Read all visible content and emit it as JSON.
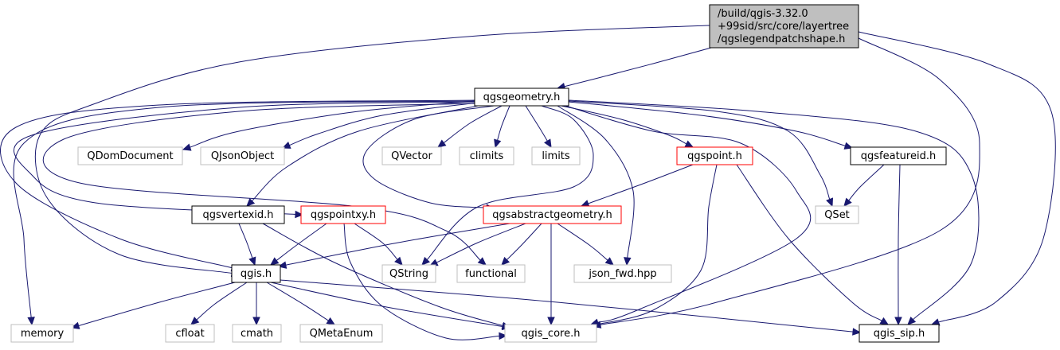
{
  "colors": {
    "edge": "#191970",
    "root_fill": "#bfbfbf",
    "root_border": "#000000",
    "doc_border": "#000000",
    "truncated_border": "#ff0000",
    "external_border": "#bfbfbf",
    "node_fill": "#ffffff",
    "text": "#000000"
  },
  "nodes": [
    {
      "id": "root",
      "lines": [
        "/build/qgis-3.32.0",
        "+99sid/src/core/layertree",
        "/qgslegendpatchshape.h"
      ],
      "kind": "root"
    },
    {
      "id": "qgsgeometry",
      "lines": [
        "qgsgeometry.h"
      ],
      "kind": "doc"
    },
    {
      "id": "QDomDocument",
      "lines": [
        "QDomDocument"
      ],
      "kind": "external"
    },
    {
      "id": "QJsonObject",
      "lines": [
        "QJsonObject"
      ],
      "kind": "external"
    },
    {
      "id": "QVector",
      "lines": [
        "QVector"
      ],
      "kind": "external"
    },
    {
      "id": "climits",
      "lines": [
        "climits"
      ],
      "kind": "external"
    },
    {
      "id": "limits",
      "lines": [
        "limits"
      ],
      "kind": "external"
    },
    {
      "id": "qgspoint",
      "lines": [
        "qgspoint.h"
      ],
      "kind": "truncated"
    },
    {
      "id": "qgsfeatureid",
      "lines": [
        "qgsfeatureid.h"
      ],
      "kind": "doc"
    },
    {
      "id": "QSet",
      "lines": [
        "QSet"
      ],
      "kind": "external"
    },
    {
      "id": "qgsvertexid",
      "lines": [
        "qgsvertexid.h"
      ],
      "kind": "doc"
    },
    {
      "id": "qgspointxy",
      "lines": [
        "qgspointxy.h"
      ],
      "kind": "truncated"
    },
    {
      "id": "qgsabstractgeometry",
      "lines": [
        "qgsabstractgeometry.h"
      ],
      "kind": "truncated"
    },
    {
      "id": "qgis",
      "lines": [
        "qgis.h"
      ],
      "kind": "doc"
    },
    {
      "id": "QString",
      "lines": [
        "QString"
      ],
      "kind": "external"
    },
    {
      "id": "functional",
      "lines": [
        "functional"
      ],
      "kind": "external"
    },
    {
      "id": "json_fwd",
      "lines": [
        "json_fwd.hpp"
      ],
      "kind": "external"
    },
    {
      "id": "memory",
      "lines": [
        "memory"
      ],
      "kind": "external"
    },
    {
      "id": "cfloat",
      "lines": [
        "cfloat"
      ],
      "kind": "external"
    },
    {
      "id": "cmath",
      "lines": [
        "cmath"
      ],
      "kind": "external"
    },
    {
      "id": "QMetaEnum",
      "lines": [
        "QMetaEnum"
      ],
      "kind": "external"
    },
    {
      "id": "qgis_core",
      "lines": [
        "qgis_core.h"
      ],
      "kind": "external"
    },
    {
      "id": "qgis_sip",
      "lines": [
        "qgis_sip.h"
      ],
      "kind": "doc"
    }
  ],
  "edges": [
    {
      "from": "root",
      "to": "qgsgeometry"
    },
    {
      "from": "root",
      "to": "qgis"
    },
    {
      "from": "root",
      "to": "qgis_core"
    },
    {
      "from": "root",
      "to": "qgis_sip"
    },
    {
      "from": "qgsgeometry",
      "to": "QDomDocument"
    },
    {
      "from": "qgsgeometry",
      "to": "QJsonObject"
    },
    {
      "from": "qgsgeometry",
      "to": "QVector"
    },
    {
      "from": "qgsgeometry",
      "to": "climits"
    },
    {
      "from": "qgsgeometry",
      "to": "limits"
    },
    {
      "from": "qgsgeometry",
      "to": "qgspoint"
    },
    {
      "from": "qgsgeometry",
      "to": "qgsfeatureid"
    },
    {
      "from": "qgsgeometry",
      "to": "QSet"
    },
    {
      "from": "qgsgeometry",
      "to": "qgsvertexid"
    },
    {
      "from": "qgsgeometry",
      "to": "qgspointxy"
    },
    {
      "from": "qgsgeometry",
      "to": "qgsabstractgeometry"
    },
    {
      "from": "qgsgeometry",
      "to": "qgis"
    },
    {
      "from": "qgsgeometry",
      "to": "QString"
    },
    {
      "from": "qgsgeometry",
      "to": "functional"
    },
    {
      "from": "qgsgeometry",
      "to": "json_fwd"
    },
    {
      "from": "qgsgeometry",
      "to": "memory"
    },
    {
      "from": "qgsgeometry",
      "to": "qgis_core"
    },
    {
      "from": "qgsgeometry",
      "to": "qgis_sip"
    },
    {
      "from": "qgspoint",
      "to": "qgsabstractgeometry"
    },
    {
      "from": "qgspoint",
      "to": "qgis_core"
    },
    {
      "from": "qgspoint",
      "to": "qgis_sip"
    },
    {
      "from": "qgsfeatureid",
      "to": "QSet"
    },
    {
      "from": "qgsfeatureid",
      "to": "qgis_sip"
    },
    {
      "from": "qgsvertexid",
      "to": "qgis"
    },
    {
      "from": "qgsvertexid",
      "to": "qgis_core"
    },
    {
      "from": "qgspointxy",
      "to": "qgis"
    },
    {
      "from": "qgspointxy",
      "to": "QString"
    },
    {
      "from": "qgspointxy",
      "to": "qgis_core"
    },
    {
      "from": "qgsabstractgeometry",
      "to": "qgis"
    },
    {
      "from": "qgsabstractgeometry",
      "to": "QString"
    },
    {
      "from": "qgsabstractgeometry",
      "to": "functional"
    },
    {
      "from": "qgsabstractgeometry",
      "to": "json_fwd"
    },
    {
      "from": "qgsabstractgeometry",
      "to": "qgis_core"
    },
    {
      "from": "qgis",
      "to": "memory"
    },
    {
      "from": "qgis",
      "to": "cfloat"
    },
    {
      "from": "qgis",
      "to": "cmath"
    },
    {
      "from": "qgis",
      "to": "QMetaEnum"
    },
    {
      "from": "qgis",
      "to": "qgis_core"
    },
    {
      "from": "qgis",
      "to": "qgis_sip"
    }
  ]
}
